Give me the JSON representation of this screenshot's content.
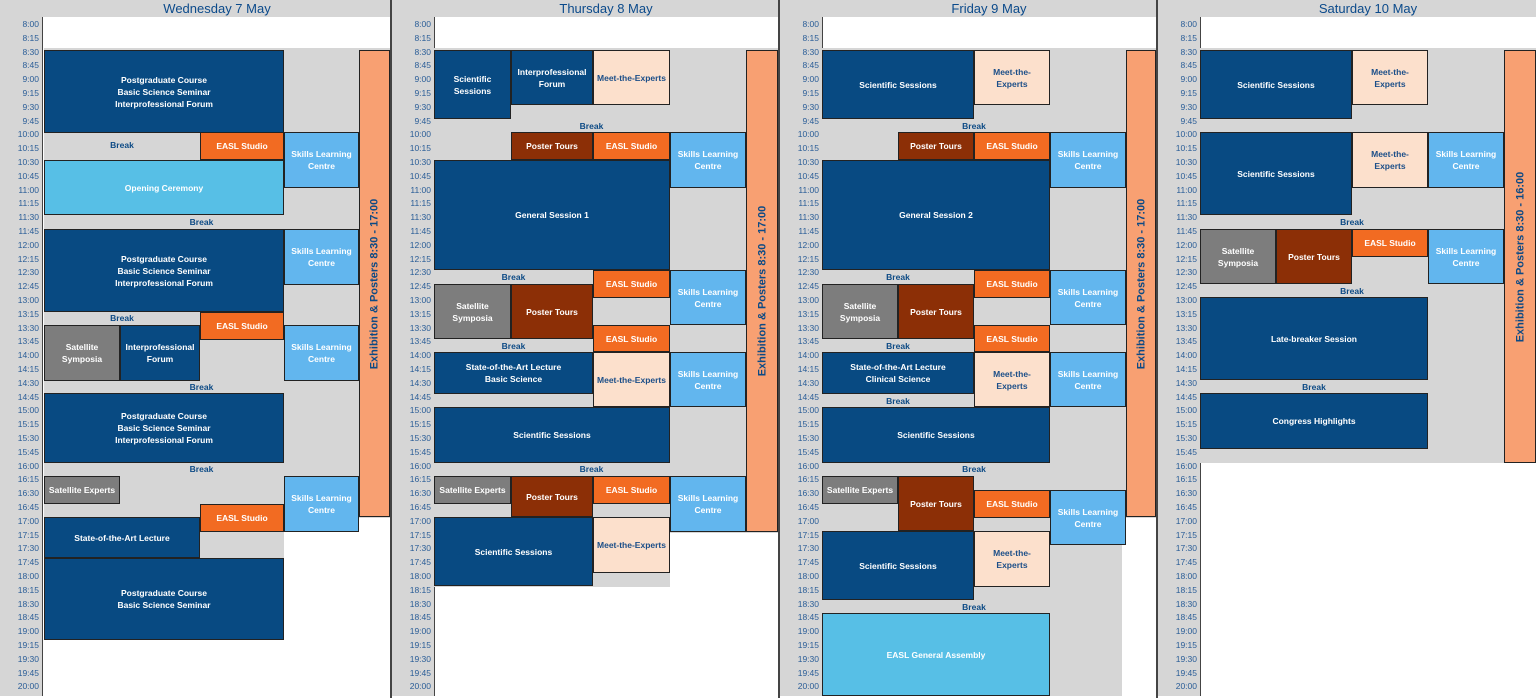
{
  "days": [
    "Wednesday 7 May",
    "Thursday 8 May",
    "Friday 9 May",
    "Saturday 10 May"
  ],
  "times": [
    "8:00",
    "8:15",
    "8:30",
    "8:45",
    "9:00",
    "9:15",
    "9:30",
    "9:45",
    "10:00",
    "10:15",
    "10:30",
    "10:45",
    "11:00",
    "11:15",
    "11:30",
    "11:45",
    "12:00",
    "12:15",
    "12:30",
    "12:45",
    "13:00",
    "13:15",
    "13:30",
    "13:45",
    "14:00",
    "14:15",
    "14:30",
    "14:45",
    "15:00",
    "15:15",
    "15:30",
    "15:45",
    "16:00",
    "16:15",
    "16:30",
    "16:45",
    "17:00",
    "17:15",
    "17:30",
    "17:45",
    "18:00",
    "18:15",
    "18:30",
    "18:45",
    "19:00",
    "19:15",
    "19:30",
    "19:45",
    "20:00"
  ],
  "labels": {
    "break": "Break",
    "pg_course_full": "Postgraduate Course\nBasic Science Seminar\nInterprofessional Forum",
    "pg_course_short": "Postgraduate Course\nBasic Science Seminar",
    "easl_studio": "EASL Studio",
    "skills": "Skills Learning\nCentre",
    "opening": "Opening Ceremony",
    "satellite_symposia": "Satellite\nSymposia",
    "interprofessional_forum": "Interprofessional\nForum",
    "satellite_experts": "Satellite Experts",
    "sota": "State-of-the-Art Lecture",
    "sota_basic": "State-of-the-Art Lecture\nBasic Science",
    "sota_clinical": "State-of-the-Art Lecture\nClinical Science",
    "scientific_sessions": "Scientific Sessions",
    "scientific_sessions_2l": "Scientific\nSessions",
    "meet_experts": "Meet-the-Experts",
    "meet_experts_2l": "Meet-the-\nExperts",
    "poster_tours": "Poster Tours",
    "general_1": "General Session 1",
    "general_2": "General Session 2",
    "assembly": "EASL General Assembly",
    "late_breaker": "Late-breaker Session",
    "highlights": "Congress Highlights",
    "exhibition_wfr": "Exhibition & Posters 8:30 - 17:00",
    "exhibition_sat": "Exhibition & Posters 8:30 - 16:00"
  },
  "colors": {
    "dark": "#084a82",
    "light_blue": "#62b6ee",
    "cyan": "#57bfe6",
    "orange": "#f26b22",
    "peach": "#fce0cc",
    "brown": "#8c2f06",
    "gray": "#7d7d7d",
    "salmon": "#f8a072",
    "background": "#d6d6d6"
  }
}
